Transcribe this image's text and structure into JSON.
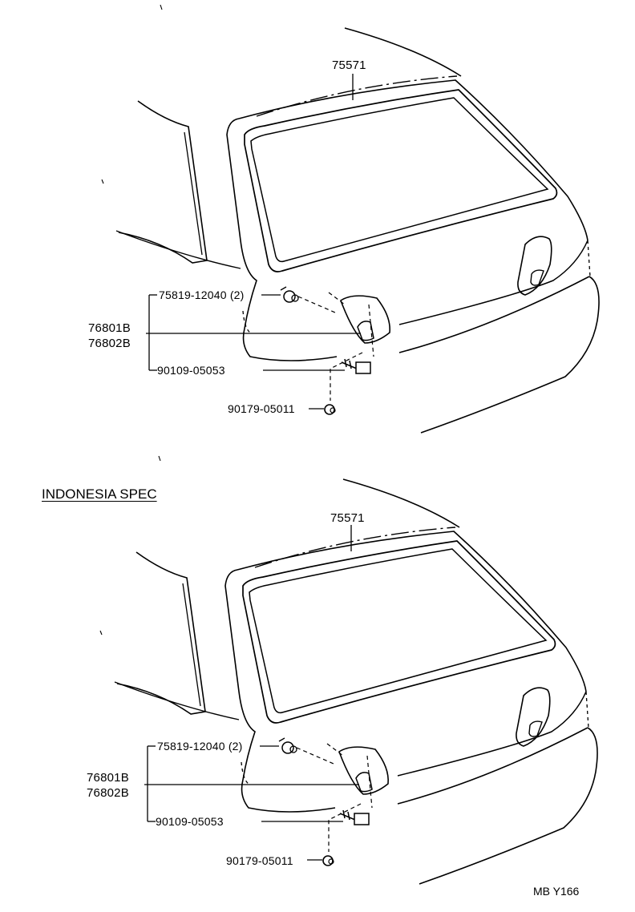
{
  "diagram_top": {
    "part_glass_molding": "75571",
    "part_clip": "75819-12040 (2)",
    "part_emblem_rh": "76801B",
    "part_emblem_lh": "76802B",
    "part_screw": "90109-05053",
    "part_nut": "90179-05011"
  },
  "section": {
    "title": "INDONESIA SPEC"
  },
  "diagram_bottom": {
    "part_glass_molding": "75571",
    "part_clip": "75819-12040 (2)",
    "part_emblem_rh": "76801B",
    "part_emblem_lh": "76802B",
    "part_screw": "90109-05053",
    "part_nut": "90179-05011"
  },
  "footer": {
    "code": "MB Y166"
  }
}
